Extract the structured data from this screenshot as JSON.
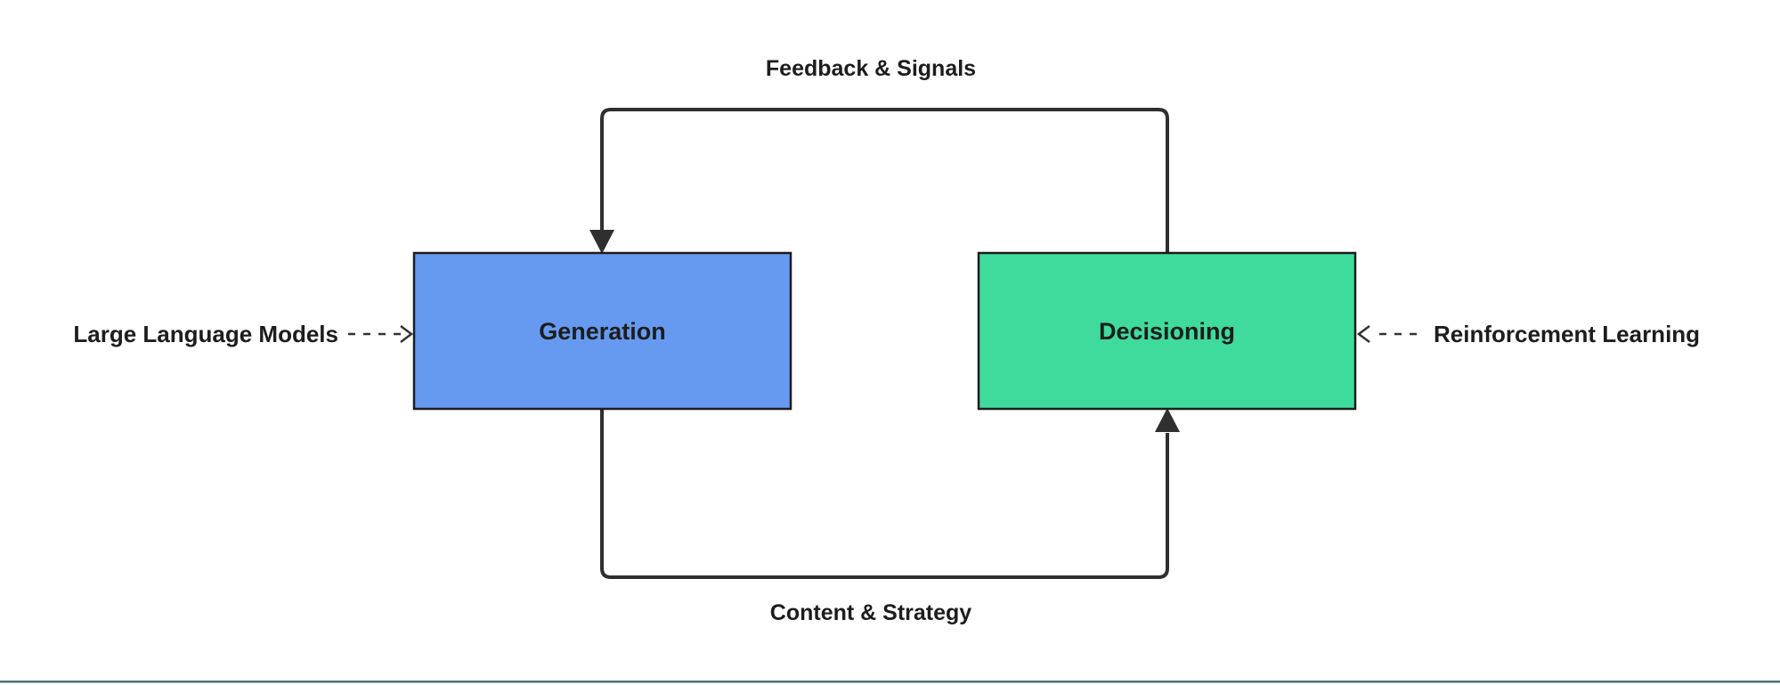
{
  "diagram": {
    "type": "flowchart",
    "background": "#ffffff",
    "colors": {
      "edge_stroke": "#2f2f2f",
      "dashed_stroke": "#333333",
      "text": "#1d1d1d",
      "node_border": "#1d1d1d",
      "footer_rule": "#4d6f74"
    },
    "nodes": {
      "generation": {
        "label": "Generation",
        "fill": "#669af0"
      },
      "decisioning": {
        "label": "Decisioning",
        "fill": "#3edb9d"
      }
    },
    "edges": [
      {
        "from": "Decisioning",
        "to": "Generation",
        "label": "Feedback & Signals",
        "style": "solid-arrow"
      },
      {
        "from": "Generation",
        "to": "Decisioning",
        "label": "Content & Strategy",
        "style": "solid-arrow"
      },
      {
        "from": "Large Language Models",
        "to": "Generation",
        "style": "dashed-arrow"
      },
      {
        "from": "Reinforcement Learning",
        "to": "Decisioning",
        "style": "dashed-arrow"
      }
    ],
    "edge_labels": {
      "feedback": "Feedback & Signals",
      "content": "Content & Strategy"
    },
    "annotations": {
      "llm": "Large Language Models",
      "rl": "Reinforcement Learning"
    }
  }
}
